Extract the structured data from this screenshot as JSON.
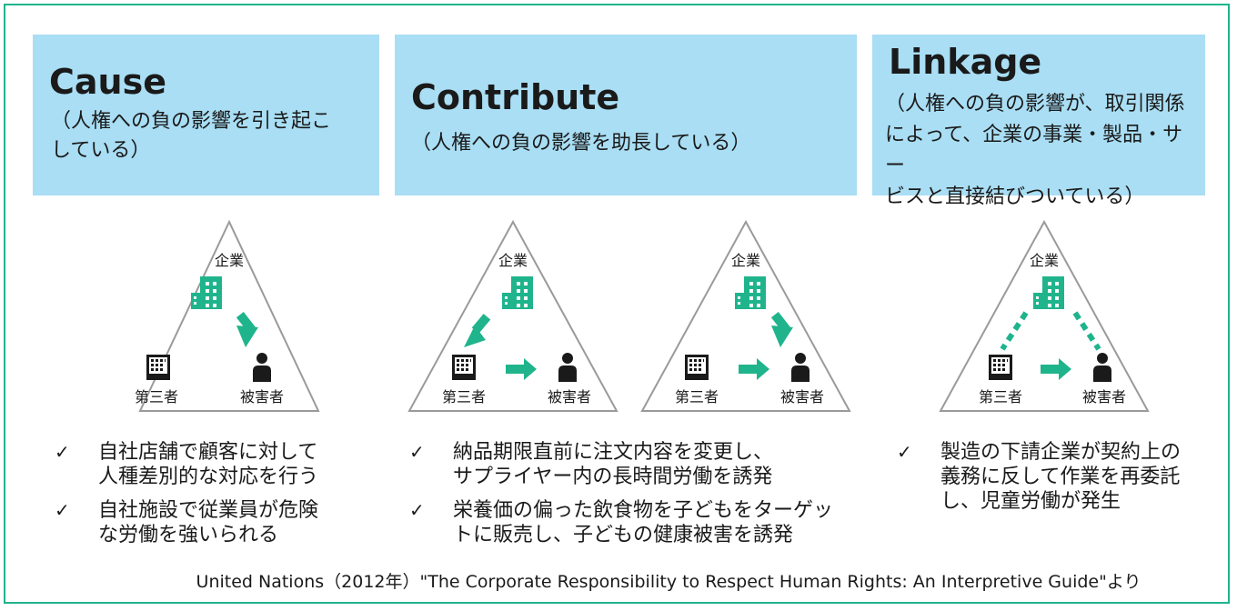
{
  "panels": [
    {
      "title": "Cause",
      "subtitle": "（人権への負の影響を引き起こ\nしている）",
      "checks": [
        "自社店舗で顧客に対して\n人種差別的な対応を行う",
        "自社施設で従業員が危険\nな労働を強いられる"
      ]
    },
    {
      "title": "Contribute",
      "subtitle": "（人権への負の影響を助長している）",
      "checks": [
        "納品期限直前に注文内容を変更し、\nサプライヤー内の長時間労働を誘発",
        "栄養価の偏った飲食物を子どもをターゲッ\nトに販売し、子どもの健康被害を誘発"
      ]
    },
    {
      "title": "Linkage",
      "subtitle": "（人権への負の影響が、取引関係\nによって、企業の事業・製品・サー\nビスと直接結びついている）",
      "checks": [
        "製造の下請企業が契約上の\n義務に反して作業を再委託\nし、児童労働が発生"
      ]
    }
  ],
  "labels": {
    "company": "企業",
    "third_party": "第三者",
    "victim": "被害者"
  },
  "check_mark": "✓",
  "caption": "United Nations（2012年）\"The Corporate Responsibility to Respect Human Rights: An Interpretive Guide\"より",
  "colors": {
    "border": "#1fb48c",
    "header_bg": "#a9def4",
    "accent_green": "#1fb48c",
    "dark": "#1a1a1a",
    "triangle_stroke": "#9a9a9a"
  }
}
